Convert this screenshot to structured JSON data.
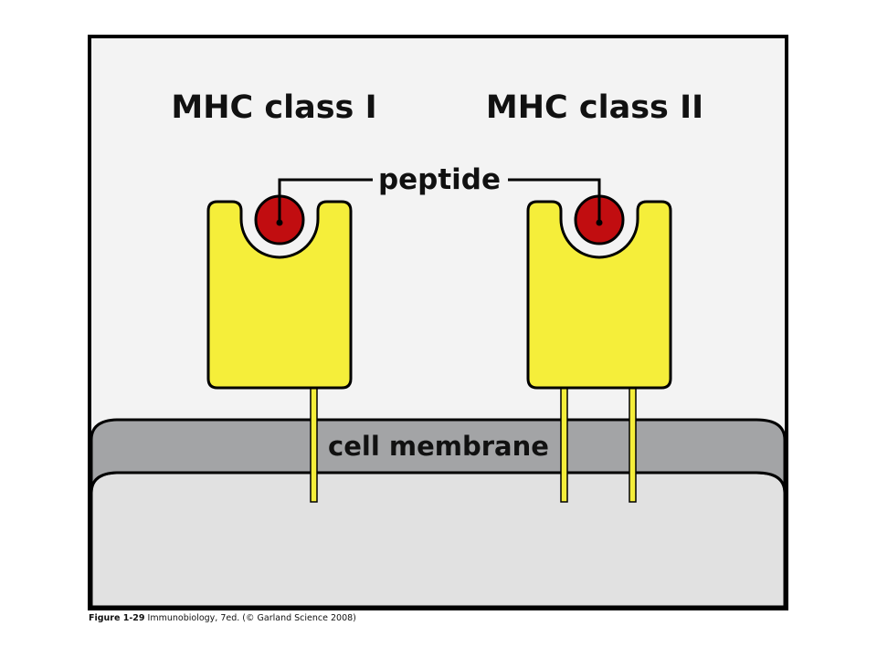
{
  "figure": {
    "title_left": "MHC class I",
    "title_right": "MHC class II",
    "peptide_label": "peptide",
    "membrane_label": "cell membrane",
    "caption_bold": "Figure 1-29",
    "caption_rest": " Immunobiology, 7ed. (© Garland Science 2008)"
  },
  "colors": {
    "molecule_fill": "#f5ee3a",
    "peptide_fill": "#c10d10",
    "membrane_fill": "#a3a4a6",
    "cytoplasm_fill": "#e1e1e1",
    "panel_background": "#f3f3f3",
    "outline": "#000000"
  }
}
